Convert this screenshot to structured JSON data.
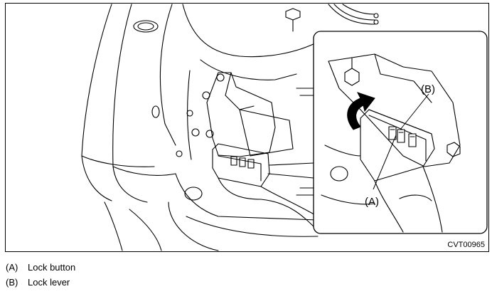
{
  "figure": {
    "code": "CVT00965",
    "callouts": {
      "a": "(A)",
      "b": "(B)"
    }
  },
  "legend": [
    {
      "key": "(A)",
      "text": "Lock button"
    },
    {
      "key": "(B)",
      "text": "Lock lever"
    }
  ]
}
